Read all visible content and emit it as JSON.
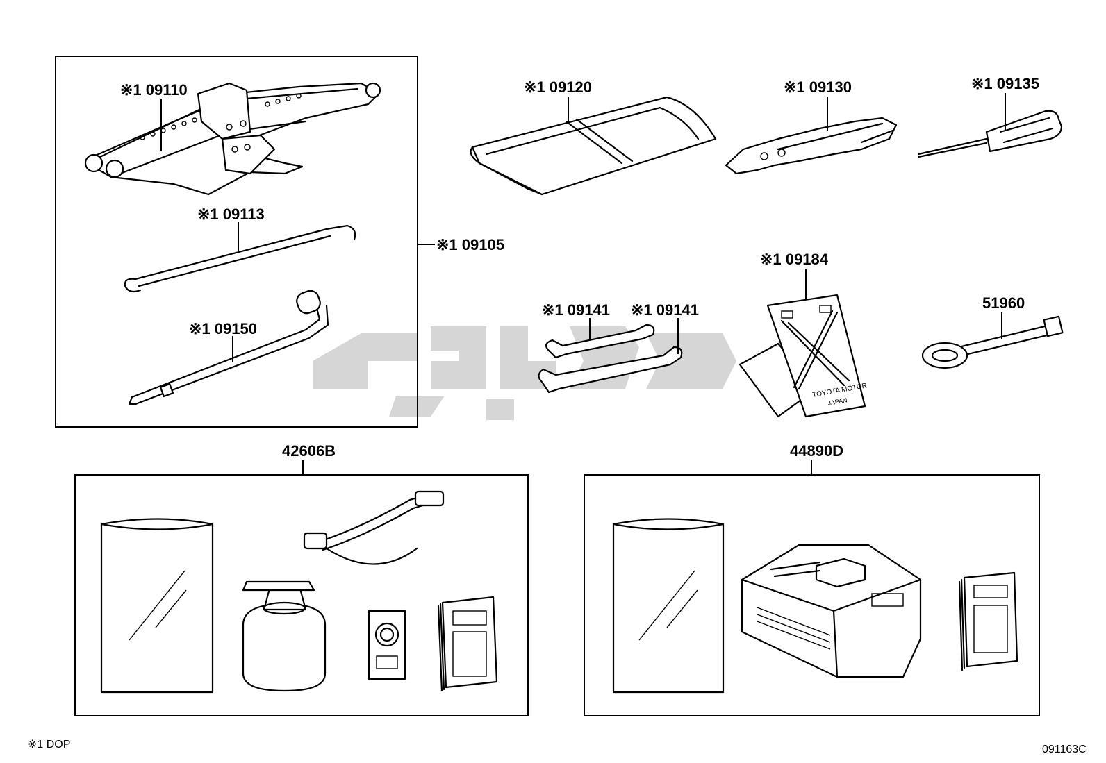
{
  "diagram": {
    "labels": {
      "jack": "※1 09110",
      "jack_handle": "※1 09113",
      "wheel_wrench": "※1 09150",
      "jack_set": "※1 09105",
      "tool_bag": "※1 09120",
      "pliers": "※1 09130",
      "screwdriver": "※1 09135",
      "wrench_a": "※1 09141",
      "wrench_b": "※1 09141",
      "warning_triangle_plate": "※1 09184",
      "towing_eyelet": "51960",
      "repair_kit": "42606B",
      "compressor_kit": "44890D"
    },
    "plate_text": {
      "line1": "TOYOTA MOTOR",
      "line2": "JAPAN"
    },
    "footnote": "※1  DOP",
    "drawing_code": "091163C"
  }
}
